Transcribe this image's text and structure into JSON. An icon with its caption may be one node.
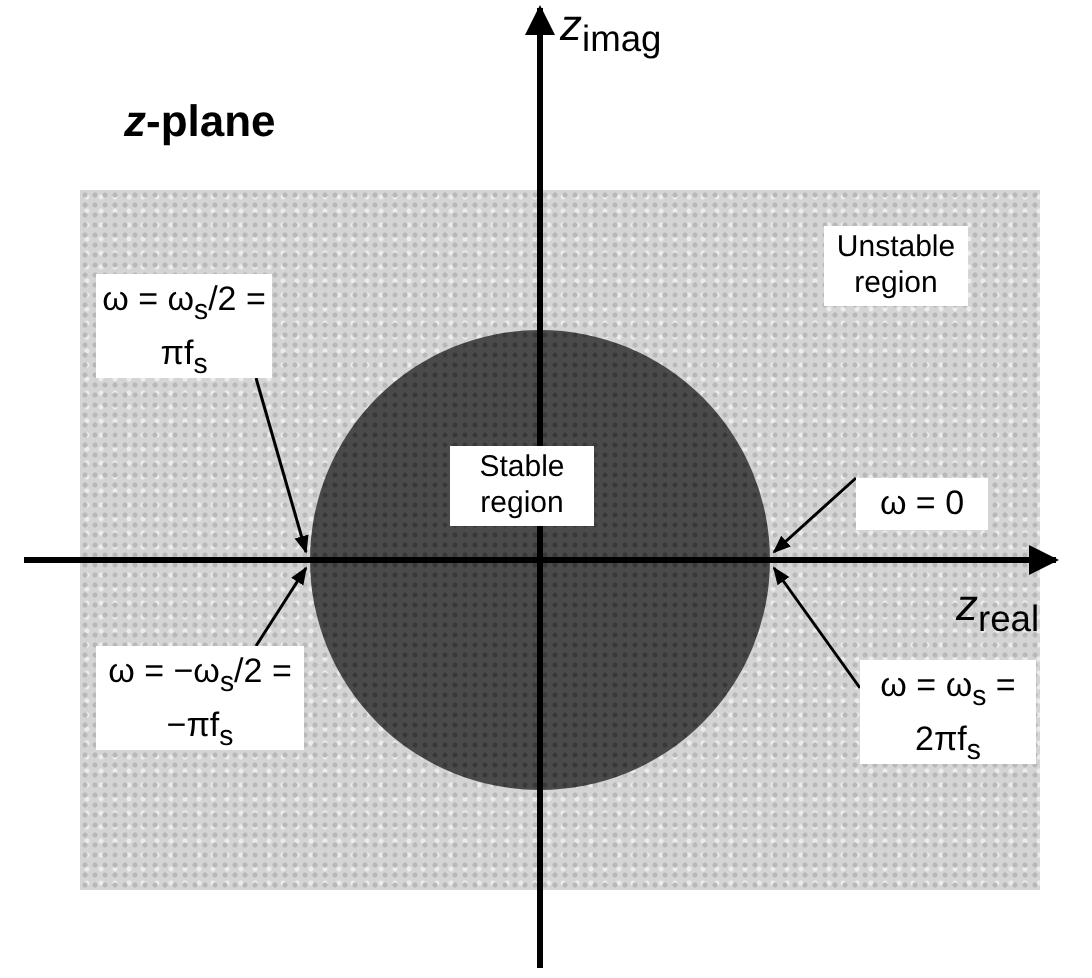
{
  "diagram": {
    "nodes": [
      {
        "text": [
          "Unstable region"
        ]
      },
      {
        "text": [
          "Stable region"
        ],
        "in": 0
      },
      {
        "text": [
          "ω = ω$_{s}$/2 = πf$_{s}$"
        ],
        "in": 0
      },
      {
        "text": [
          "ω = −ω$_{s}$/2 = −πf$_{s}$"
        ],
        "in": 0
      },
      {
        "text": [
          "ω = 0"
        ],
        "in": 0
      },
      {
        "text": [
          "ω = ω$_{s}$ = 2πf$_{s}$"
        ],
        "in": 0
      }
    ],
    "edges": [
      {
        "from": 2,
        "to": 1,
        "arrow": "to"
      },
      {
        "from": 3,
        "to": 1,
        "arrow": "to"
      },
      {
        "from": 4,
        "to": 1,
        "arrow": "to"
      },
      {
        "from": 5,
        "to": 1,
        "arrow": "to"
      }
    ],
    "labels": [
      "*z*-plane",
      "*z*$_{imag}$",
      "*z*$_{real}$"
    ]
  }
}
